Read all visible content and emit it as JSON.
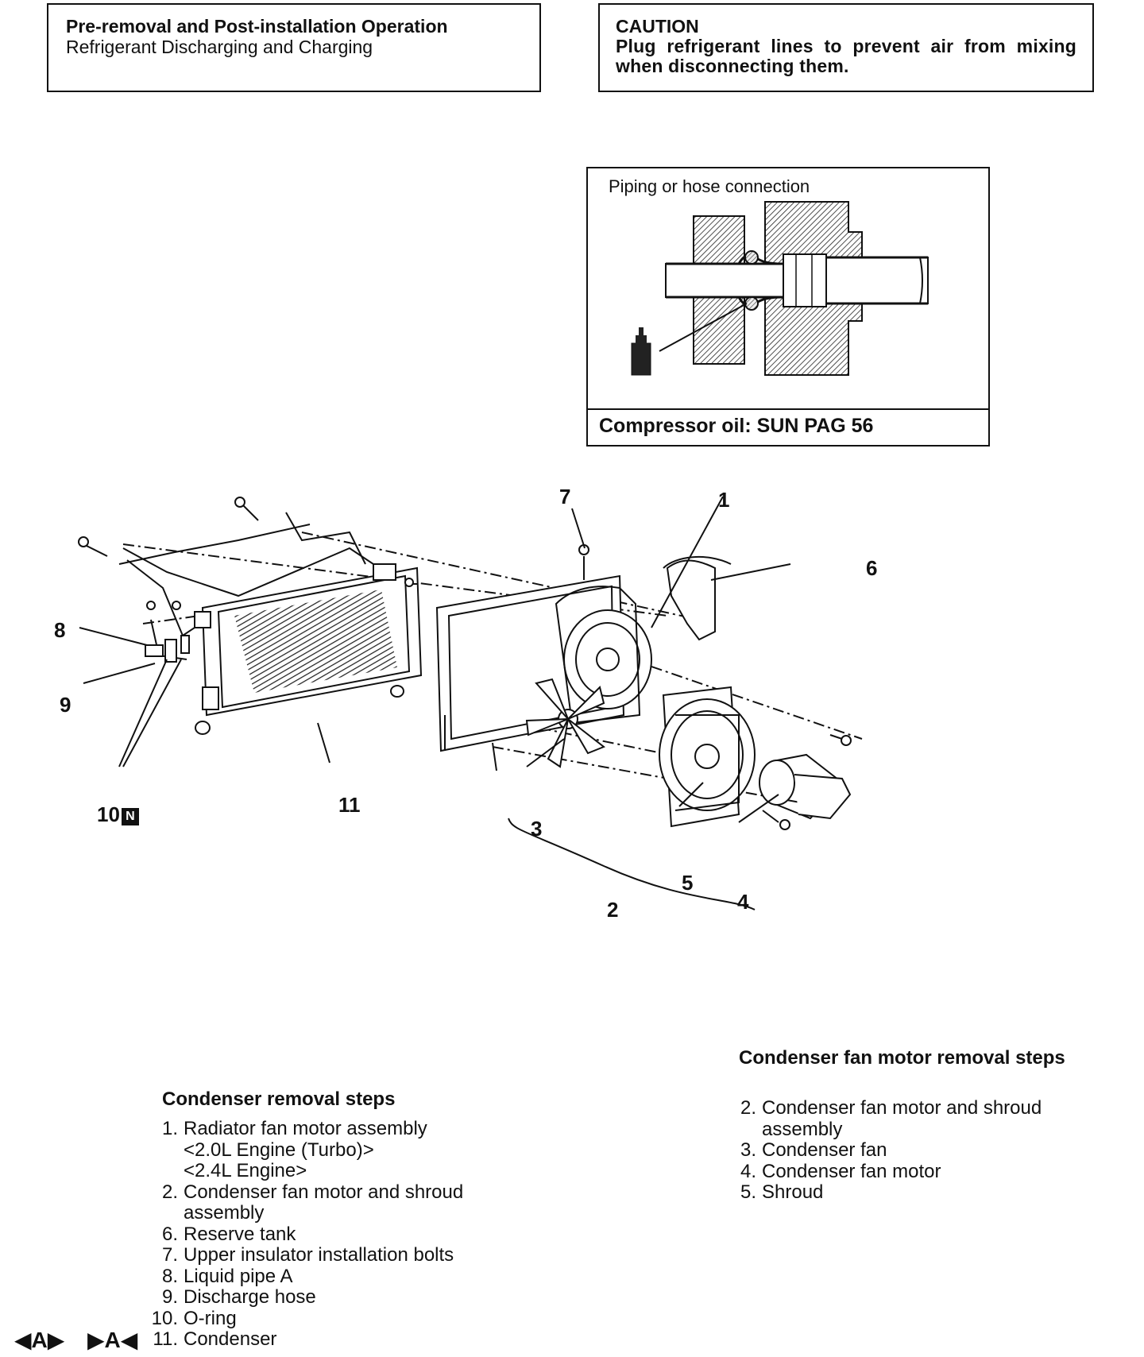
{
  "pre_box": {
    "title": "Pre-removal and Post-installation Operation",
    "text": "Refrigerant Discharging and Charging"
  },
  "caution_box": {
    "title": "CAUTION",
    "text": "Plug refrigerant lines to prevent air from mixing when disconnecting them."
  },
  "piping_box": {
    "label": "Piping or hose connection",
    "oil": "Compressor oil: SUN PAG 56"
  },
  "callouts": {
    "c1": "1",
    "c2": "2",
    "c3": "3",
    "c4": "4",
    "c5": "5",
    "c6": "6",
    "c7": "7",
    "c8": "8",
    "c9": "9",
    "c10": "10",
    "c10_badge": "N",
    "c11": "11"
  },
  "condenser_steps": {
    "title": "Condenser removal steps",
    "items": [
      {
        "num": "1.",
        "text": "Radiator fan motor assembly",
        "sub": [
          "<2.0L Engine (Turbo)>",
          "<2.4L Engine>"
        ]
      },
      {
        "num": "2.",
        "text": "Condenser fan motor and shroud assembly"
      },
      {
        "num": "6.",
        "text": "Reserve tank"
      },
      {
        "num": "7.",
        "text": "Upper insulator installation bolts"
      },
      {
        "num": "8.",
        "text": "Liquid pipe A"
      },
      {
        "num": "9.",
        "text": "Discharge hose"
      },
      {
        "num": "10.",
        "text": "O-ring"
      },
      {
        "num": "11.",
        "text": "Condenser"
      }
    ]
  },
  "fan_motor_steps": {
    "title": "Condenser fan motor removal steps",
    "items": [
      {
        "num": "2.",
        "text": "Condenser fan motor and shroud assembly"
      },
      {
        "num": "3.",
        "text": "Condenser fan"
      },
      {
        "num": "4.",
        "text": "Condenser fan motor"
      },
      {
        "num": "5.",
        "text": "Shroud"
      }
    ]
  },
  "nav": {
    "a": "◀A▶",
    "b": "▶A◀"
  }
}
